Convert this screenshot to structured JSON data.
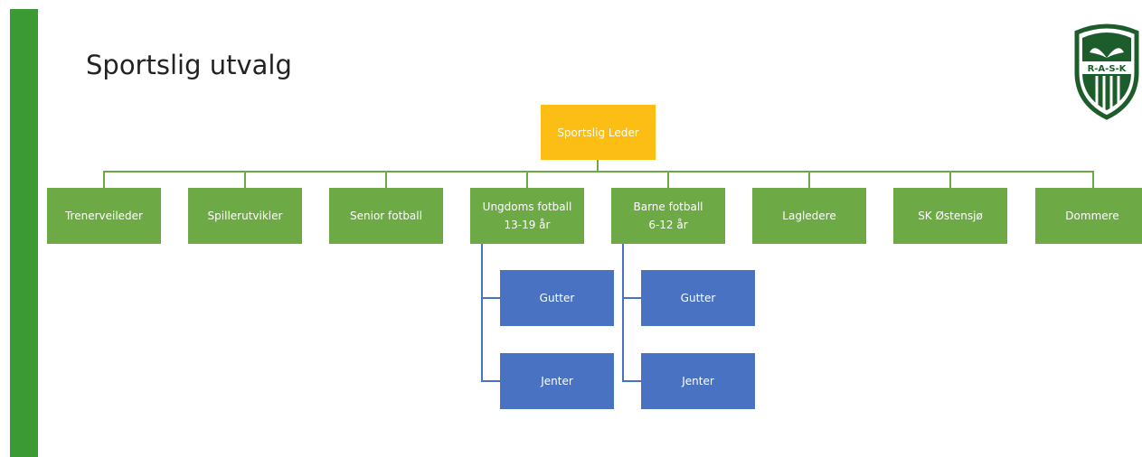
{
  "slide": {
    "title": "Sportslig utvalg",
    "accent_color": "#3c9a35"
  },
  "logo": {
    "text": "R-A-S-K",
    "icon": "club-crest-icon"
  },
  "org": {
    "leader": "Sportslig Leder",
    "units": [
      {
        "label": "Trenerveileder"
      },
      {
        "label": "Spillerutvikler"
      },
      {
        "label": "Senior fotball"
      },
      {
        "label": "Ungdoms fotball",
        "sub": "13-19 år"
      },
      {
        "label": "Barne fotball",
        "sub": "6-12 år"
      },
      {
        "label": "Lagledere"
      },
      {
        "label": "SK Østensjø"
      },
      {
        "label": "Dommere"
      }
    ],
    "ungdom_children": [
      "Gutter",
      "Jenter"
    ],
    "barne_children": [
      "Gutter",
      "Jenter"
    ]
  },
  "colors": {
    "unit": "#6daa45",
    "leader": "#fcbd14",
    "child": "#4a72c2"
  }
}
